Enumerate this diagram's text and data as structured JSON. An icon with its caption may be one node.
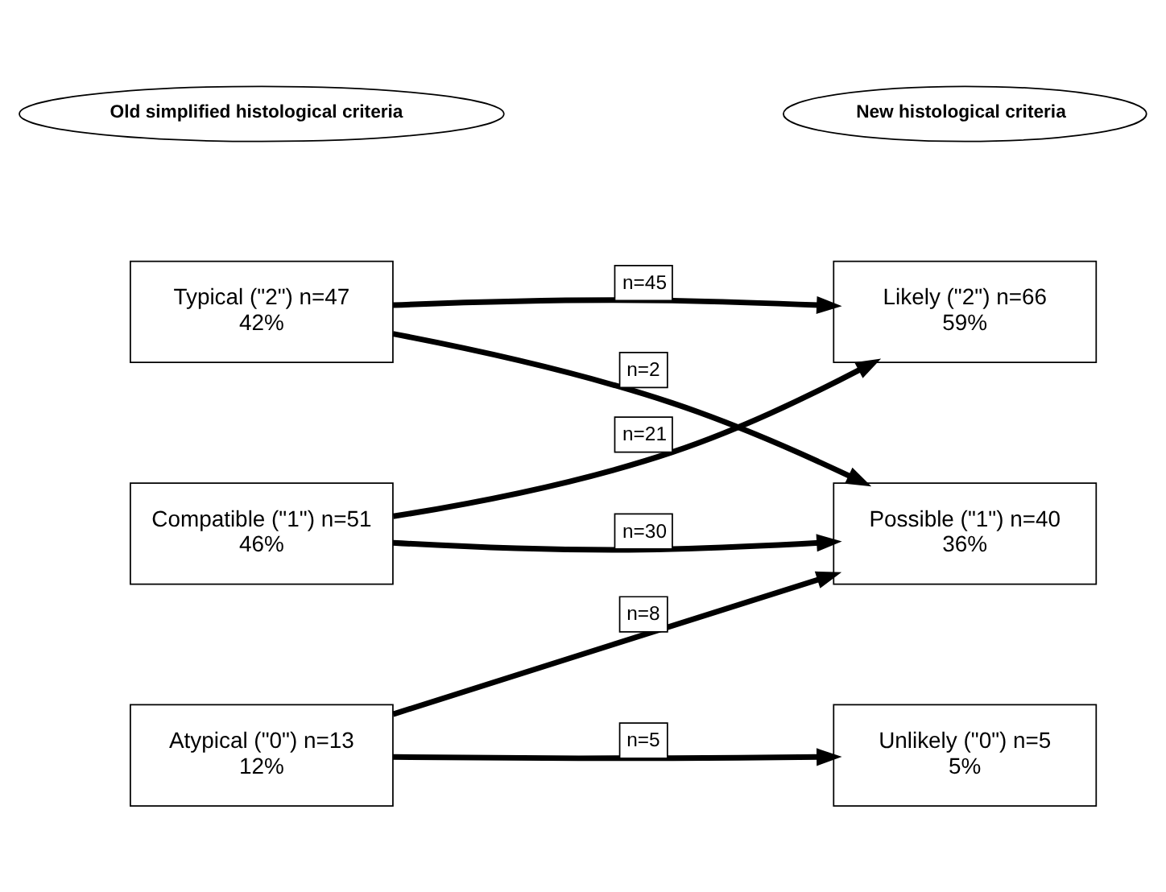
{
  "diagram": {
    "nodes": [
      {
        "text": [
          "Old simplified histological criteria"
        ]
      },
      {
        "text": [
          "New histological criteria"
        ]
      },
      {
        "text": [
          "Typical (\"2\") n=47",
          "42%"
        ]
      },
      {
        "text": [
          "Compatible (\"1\") n=51",
          "46%"
        ]
      },
      {
        "text": [
          "Atypical (\"0\") n=13",
          "12%"
        ]
      },
      {
        "text": [
          "Likely (\"2\") n=66",
          "59%"
        ]
      },
      {
        "text": [
          "Possible (\"1\") n=40",
          "36%"
        ]
      },
      {
        "text": [
          "Unlikely (\"0\") n=5",
          "5%"
        ]
      }
    ],
    "edges": [
      {
        "from": 2,
        "to": 5,
        "arrow": "to",
        "label": "n=45"
      },
      {
        "from": 2,
        "to": 6,
        "arrow": "to",
        "label": "n=2"
      },
      {
        "from": 3,
        "to": 5,
        "arrow": "to",
        "label": "n=21"
      },
      {
        "from": 3,
        "to": 6,
        "arrow": "to",
        "label": "n=30"
      },
      {
        "from": 4,
        "to": 6,
        "arrow": "to",
        "label": "n=8"
      },
      {
        "from": 4,
        "to": 7,
        "arrow": "to",
        "label": "n=5"
      }
    ]
  }
}
